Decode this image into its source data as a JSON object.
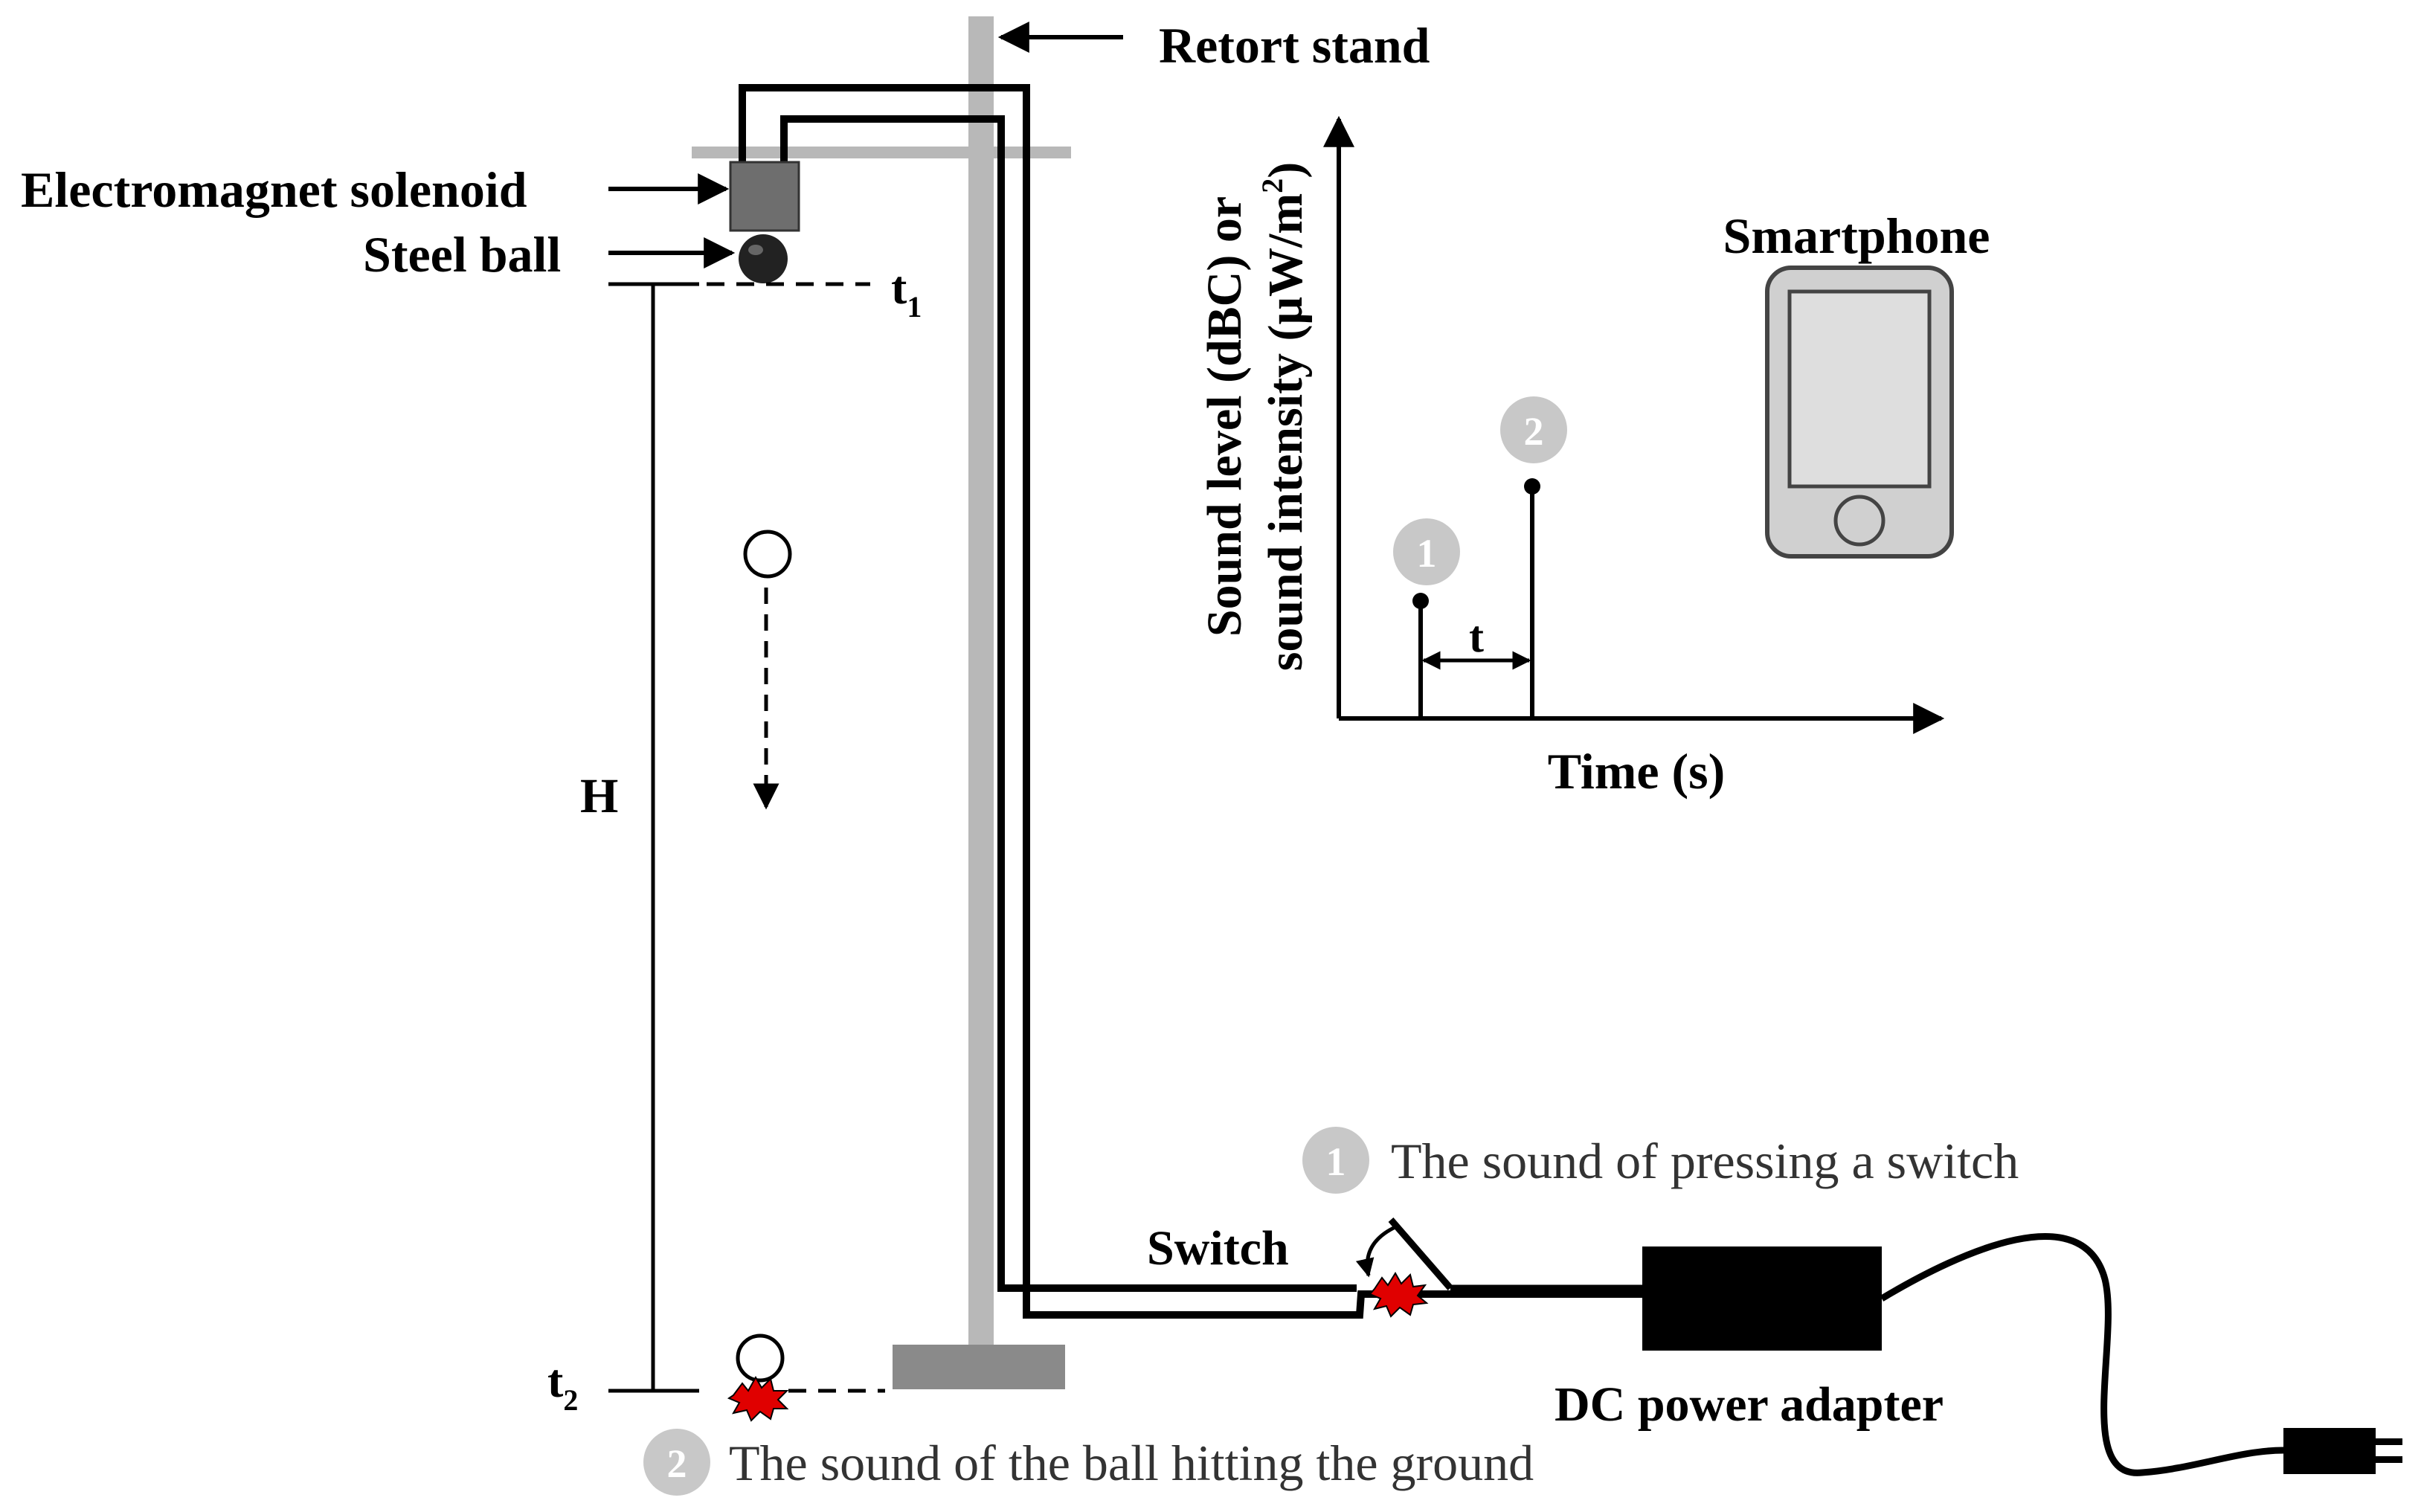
{
  "labels": {
    "retort_stand": "Retort stand",
    "electromagnet": "Electromagnet solenoid",
    "steel_ball": "Steel ball",
    "t1_base": "t",
    "t1_sub": "1",
    "t2_base": "t",
    "t2_sub": "2",
    "height": "H",
    "switch": "Switch",
    "dc_adapter": "DC power adapter",
    "smartphone": "Smartphone",
    "sound1": "The sound of pressing a switch",
    "sound2": "The sound of the ball hitting the ground",
    "badge1": "1",
    "badge2": "2"
  },
  "graph": {
    "ylabel_line1": "Sound level (dBC) or",
    "ylabel_line2_pre": "sound intensity (μW/m",
    "ylabel_line2_sup": "2",
    "ylabel_line2_post": ")",
    "xlabel": "Time (s)",
    "interval_label": "t",
    "peak1_badge": "1",
    "peak2_badge": "2"
  },
  "colors": {
    "stand": "#b8b8b8",
    "solenoid": "#6e6e6e",
    "badge": "#c8c8c8",
    "spark": "#e00000",
    "phone_body": "#d0d0d0",
    "phone_screen": "#dedede"
  }
}
